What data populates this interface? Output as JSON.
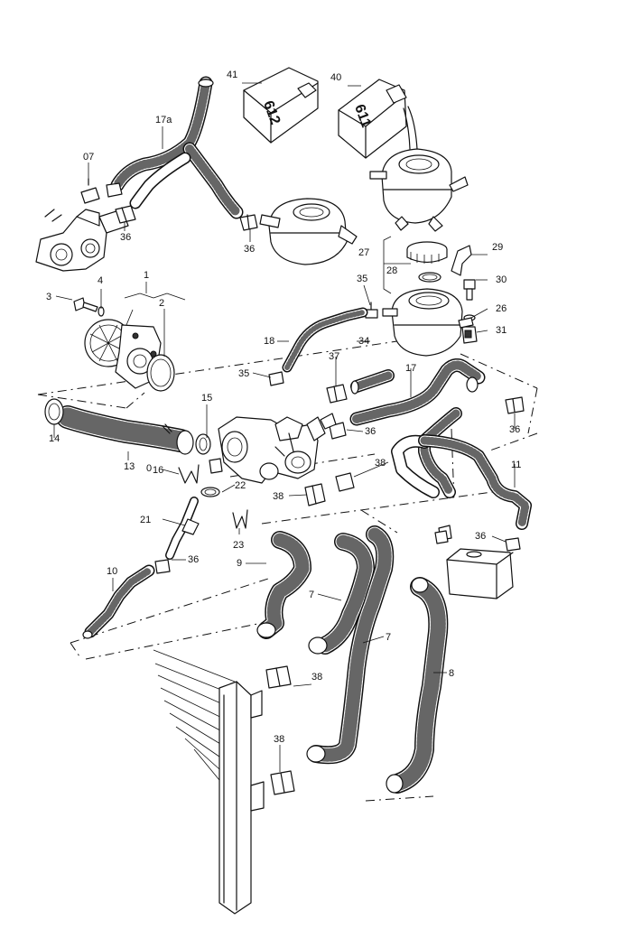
{
  "callouts": [
    {
      "id": "41",
      "text": "41"
    },
    {
      "id": "40",
      "text": "40"
    },
    {
      "id": "17a",
      "text": "17a"
    },
    {
      "id": "07",
      "text": "07"
    },
    {
      "id": "36a",
      "text": "36"
    },
    {
      "id": "36b",
      "text": "36"
    },
    {
      "id": "27",
      "text": "27"
    },
    {
      "id": "29",
      "text": "29"
    },
    {
      "id": "28",
      "text": "28"
    },
    {
      "id": "1",
      "text": "1"
    },
    {
      "id": "4",
      "text": "4"
    },
    {
      "id": "35a",
      "text": "35"
    },
    {
      "id": "30",
      "text": "30"
    },
    {
      "id": "3",
      "text": "3"
    },
    {
      "id": "2",
      "text": "2"
    },
    {
      "id": "26",
      "text": "26"
    },
    {
      "id": "31",
      "text": "31"
    },
    {
      "id": "18",
      "text": "18"
    },
    {
      "id": "34",
      "text": "34"
    },
    {
      "id": "37",
      "text": "37"
    },
    {
      "id": "17",
      "text": "17"
    },
    {
      "id": "35b",
      "text": "35"
    },
    {
      "id": "15",
      "text": "15"
    },
    {
      "id": "36c",
      "text": "36"
    },
    {
      "id": "36d",
      "text": "36"
    },
    {
      "id": "14",
      "text": "14"
    },
    {
      "id": "13",
      "text": "13"
    },
    {
      "id": "16",
      "text": "16"
    },
    {
      "id": "0",
      "text": "0"
    },
    {
      "id": "22",
      "text": "22"
    },
    {
      "id": "38a",
      "text": "38"
    },
    {
      "id": "11",
      "text": "11"
    },
    {
      "id": "38b",
      "text": "38"
    },
    {
      "id": "21",
      "text": "21"
    },
    {
      "id": "23",
      "text": "23"
    },
    {
      "id": "36e",
      "text": "36"
    },
    {
      "id": "9",
      "text": "9"
    },
    {
      "id": "36f",
      "text": "36"
    },
    {
      "id": "10",
      "text": "10"
    },
    {
      "id": "7a",
      "text": "7"
    },
    {
      "id": "7b",
      "text": "7"
    },
    {
      "id": "8",
      "text": "8"
    },
    {
      "id": "38c",
      "text": "38"
    },
    {
      "id": "38d",
      "text": "38"
    }
  ],
  "bottle_marks": {
    "bottle_612": "612",
    "bottle_611": "611"
  }
}
